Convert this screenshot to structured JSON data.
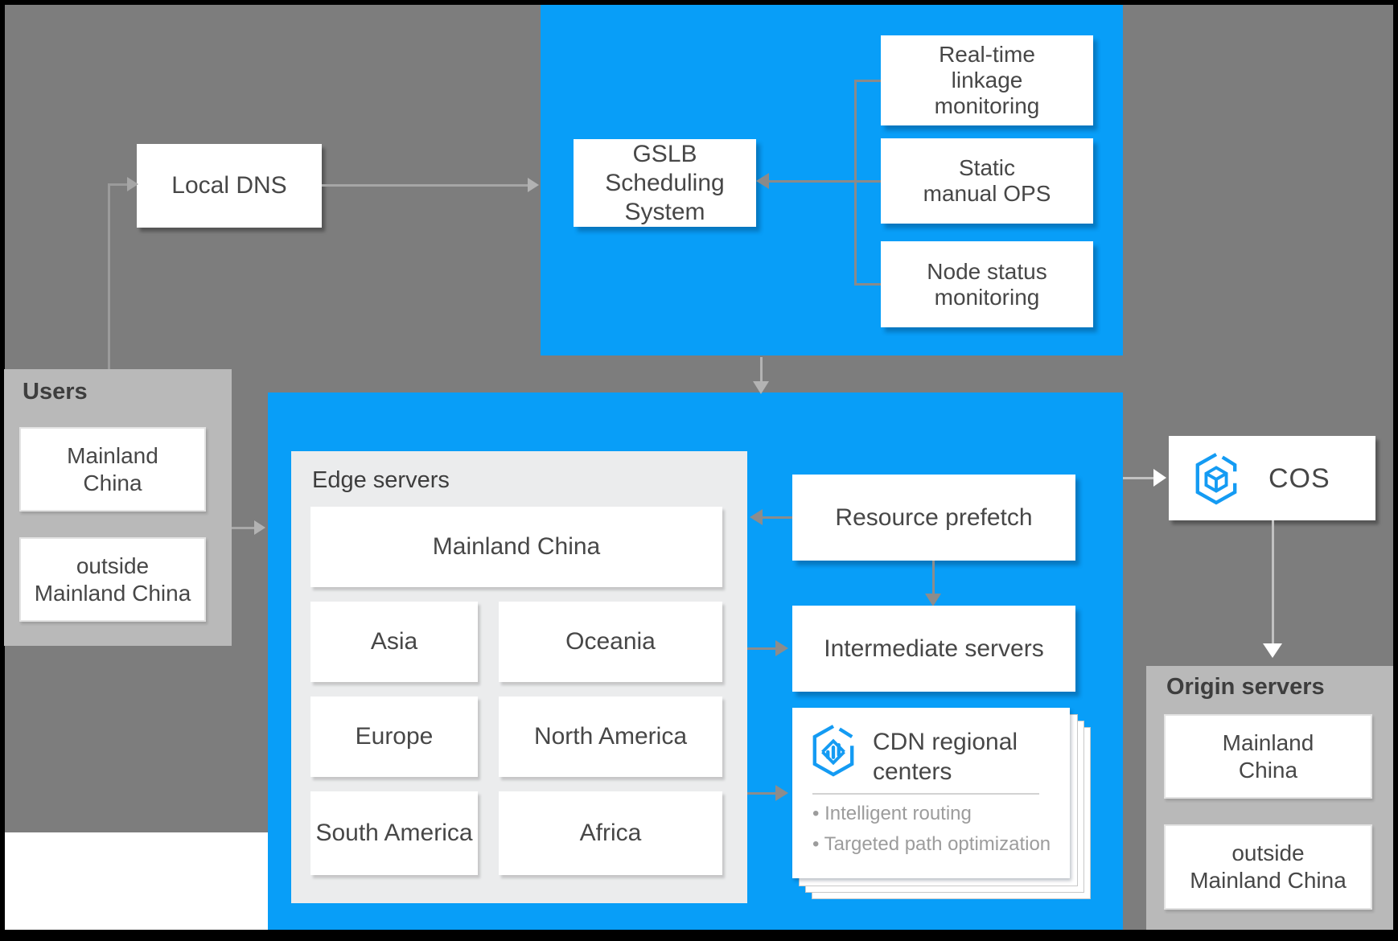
{
  "colors": {
    "frame_black": "#000000",
    "background_gray": "#7d7d7d",
    "accent_blue": "#089ef8",
    "panel_gray": "#b9b9b9",
    "edge_panel_gray": "#ebeced",
    "node_white": "#ffffff",
    "text_dark": "#474747",
    "text_muted": "#9c9c9c",
    "icon_blue": "#149bf3",
    "arrow_dark": "#8a8a8a",
    "arrow_light": "#a6a6a6"
  },
  "local_dns": {
    "label": "Local DNS"
  },
  "scheduling": {
    "system_label": "GSLB Scheduling\nSystem",
    "monitors": [
      "Real-time\nlinkage\nmonitoring",
      "Static\nmanual OPS",
      "Node status\nmonitoring"
    ]
  },
  "users": {
    "title": "Users",
    "items": [
      "Mainland\nChina",
      "outside\nMainland China"
    ]
  },
  "edge": {
    "title": "Edge servers",
    "main_region": "Mainland China",
    "regions": [
      "Asia",
      "Oceania",
      "Europe",
      "North America",
      "South America",
      "Africa"
    ]
  },
  "prefetch": {
    "label": "Resource prefetch"
  },
  "intermediate": {
    "label": "Intermediate servers"
  },
  "cdn_centers": {
    "title": "CDN regional\ncenters",
    "bullets": [
      "Intelligent routing",
      "Targeted path optimization"
    ],
    "icon": "cdn-hexagon-icon"
  },
  "cos": {
    "label": "COS",
    "icon": "cos-cube-hexagon-icon"
  },
  "origin": {
    "title": "Origin servers",
    "items": [
      "Mainland\nChina",
      "outside\nMainland China"
    ]
  }
}
